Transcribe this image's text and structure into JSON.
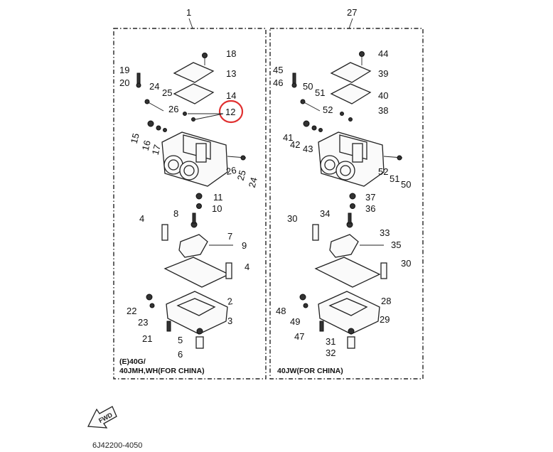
{
  "diagram": {
    "assembly_left_number": "1",
    "assembly_right_number": "27",
    "left_caption_line1": "(E)40G/",
    "left_caption_line2": "40JMH,WH(FOR CHINA)",
    "right_caption": "40JW(FOR CHINA)",
    "fwd_label": "FWD",
    "diagram_code": "6J42200-4050",
    "highlighted_part": "12",
    "highlight_color": "#e03030",
    "left_callouts": [
      "18",
      "19",
      "20",
      "13",
      "24",
      "25",
      "14",
      "26",
      "12",
      "15",
      "16",
      "17",
      "26",
      "25",
      "24",
      "11",
      "10",
      "8",
      "4",
      "7",
      "9",
      "4",
      "2",
      "22",
      "23",
      "3",
      "21",
      "5",
      "6"
    ],
    "right_callouts": [
      "44",
      "45",
      "46",
      "39",
      "50",
      "51",
      "40",
      "52",
      "38",
      "41",
      "42",
      "43",
      "52",
      "51",
      "50",
      "37",
      "36",
      "34",
      "30",
      "33",
      "35",
      "30",
      "28",
      "48",
      "49",
      "29",
      "47",
      "31",
      "32"
    ]
  }
}
